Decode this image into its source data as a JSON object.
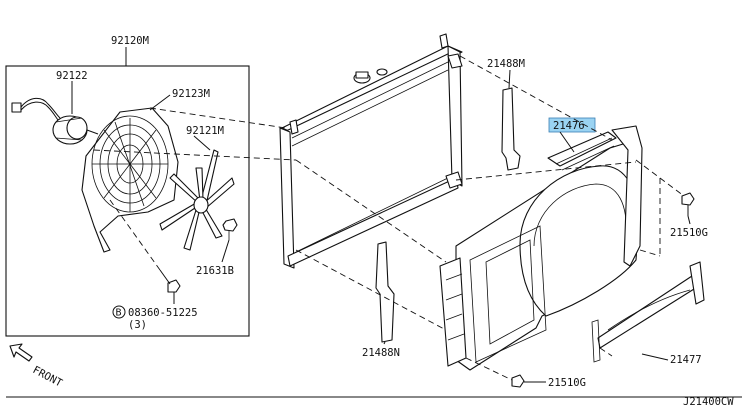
{
  "labels": {
    "fan_assembly": "92120M",
    "motor": "92122",
    "shroud": "92123M",
    "fan_blade": "92121M",
    "blade_nut": "21631B",
    "screw_code": "08360-51225",
    "screw_qty": "(3)",
    "screw_prefix": "B",
    "seal_upper": "21488M",
    "selected_part": "21476",
    "bolt_right": "21510G",
    "seal_lower": "21488N",
    "bolt_bottom": "21510G",
    "shroud_lower": "21477",
    "front_label": "FRONT",
    "drawing_number": "J21400CW"
  },
  "colors": {
    "highlight_fill": "#9ad3f2",
    "highlight_stroke": "#3a7fb4",
    "line": "#111111",
    "background": "#ffffff"
  },
  "icons": {
    "front_arrow": "front-arrow-icon",
    "circled_b": "circled-b-icon"
  }
}
